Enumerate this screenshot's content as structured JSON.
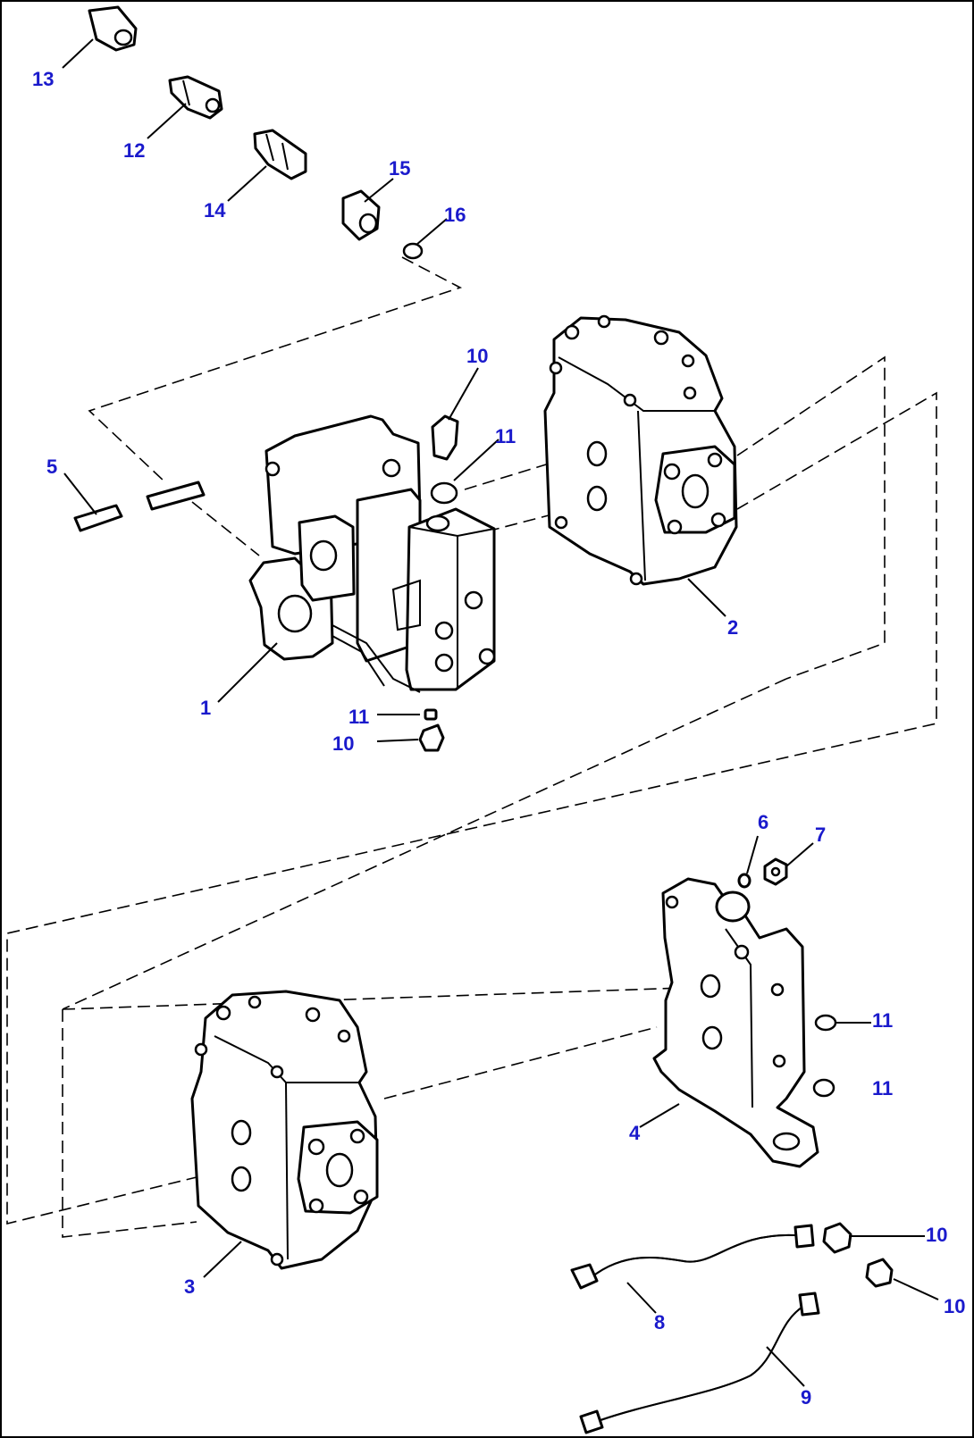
{
  "diagram": {
    "accent_color": "#1a1acc",
    "callouts": [
      "13",
      "12",
      "14",
      "15",
      "16",
      "10",
      "11",
      "5",
      "2",
      "1",
      "11",
      "10",
      "6",
      "7",
      "11",
      "11",
      "4",
      "3",
      "10",
      "10",
      "8",
      "9"
    ]
  }
}
